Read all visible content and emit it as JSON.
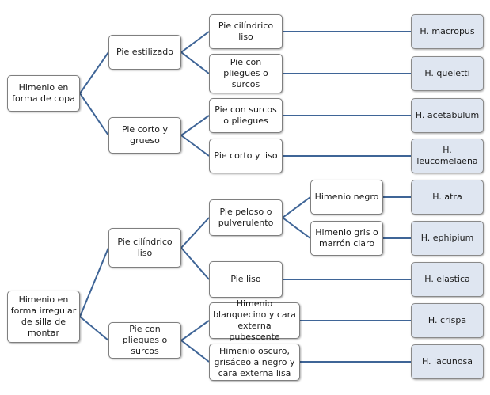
{
  "tree": [
    {
      "label": "Himenio en forma de copa",
      "children": [
        {
          "label": "Pie estilizado",
          "children": [
            {
              "label": "Pie cilíndrico liso",
              "leaf": "H. macropus"
            },
            {
              "label": "Pie con pliegues o surcos",
              "leaf": "H. queletti"
            }
          ]
        },
        {
          "label": "Pie corto y grueso",
          "children": [
            {
              "label": "Pie con surcos o pliegues",
              "leaf": "H. acetabulum"
            },
            {
              "label": "Pie corto y liso",
              "leaf": "H. leucomelaena"
            }
          ]
        }
      ]
    },
    {
      "label": "Himenio en forma irregular de silla de montar",
      "children": [
        {
          "label": "Pie cilíndrico liso",
          "children": [
            {
              "label": "Pie peloso o pulverulento",
              "children": [
                {
                  "label": "Himenio negro",
                  "leaf": "H. atra"
                },
                {
                  "label": "Himenio gris o marrón claro",
                  "leaf": "H. ephipium"
                }
              ]
            },
            {
              "label": "Pie liso",
              "leaf": "H. elastica"
            }
          ]
        },
        {
          "label": "Pie con pliegues o surcos",
          "children": [
            {
              "label": "Himenio blanquecino y cara externa pubescente",
              "leaf": "H. crispa"
            },
            {
              "label": "Himenio oscuro, grisáceo a negro y cara externa lisa",
              "leaf": "H. lacunosa"
            }
          ]
        }
      ]
    }
  ]
}
